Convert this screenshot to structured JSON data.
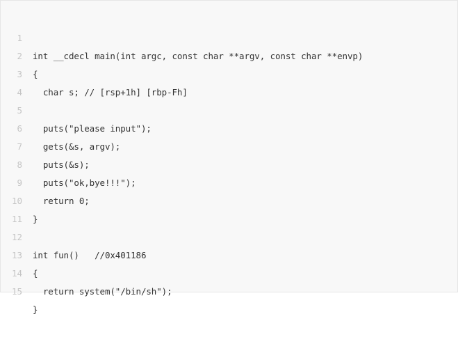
{
  "code_block": {
    "lines": [
      {
        "number": "1",
        "text": "int __cdecl main(int argc, const char **argv, const char **envp)"
      },
      {
        "number": "2",
        "text": "{"
      },
      {
        "number": "3",
        "text": "  char s; // [rsp+1h] [rbp-Fh]"
      },
      {
        "number": "4",
        "text": ""
      },
      {
        "number": "5",
        "text": "  puts(\"please input\");"
      },
      {
        "number": "6",
        "text": "  gets(&s, argv);"
      },
      {
        "number": "7",
        "text": "  puts(&s);"
      },
      {
        "number": "8",
        "text": "  puts(\"ok,bye!!!\");"
      },
      {
        "number": "9",
        "text": "  return 0;"
      },
      {
        "number": "10",
        "text": "}"
      },
      {
        "number": "11",
        "text": ""
      },
      {
        "number": "12",
        "text": "int fun()   //0x401186"
      },
      {
        "number": "13",
        "text": "{"
      },
      {
        "number": "14",
        "text": "  return system(\"/bin/sh\");"
      },
      {
        "number": "15",
        "text": "}"
      }
    ]
  }
}
